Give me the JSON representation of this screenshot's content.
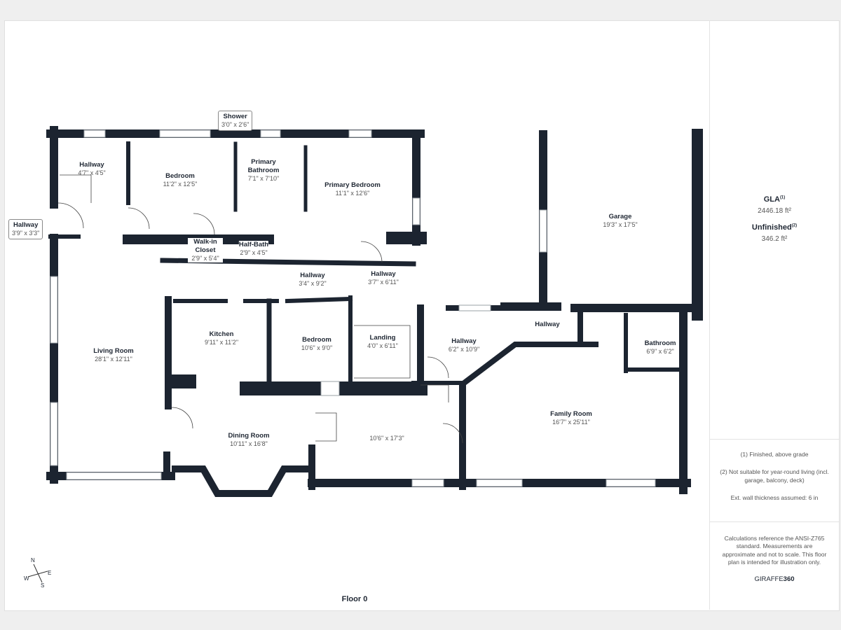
{
  "floor_label": "Floor 0",
  "rooms": {
    "hallway_top": {
      "name": "Hallway",
      "dims": "4'7\" x 4'5\""
    },
    "hallway_entry": {
      "name": "Hallway",
      "dims": "3'9\" x 3'3\""
    },
    "bedroom1": {
      "name": "Bedroom",
      "dims": "11'2\" x 12'5\""
    },
    "shower": {
      "name": "Shower",
      "dims": "3'0\" x 2'6\""
    },
    "primary_bath": {
      "name": "Primary Bathroom",
      "dims": "7'1\" x 7'10\""
    },
    "primary_bed": {
      "name": "Primary Bedroom",
      "dims": "11'1\" x 12'6\""
    },
    "walkin": {
      "name": "Walk-in Closet",
      "dims": "2'9\" x 5'4\""
    },
    "halfbath": {
      "name": "Half-Bath",
      "dims": "2'9\" x 4'5\""
    },
    "hallway_mid": {
      "name": "Hallway",
      "dims": "3'4\" x 9'2\""
    },
    "hallway_right": {
      "name": "Hallway",
      "dims": "3'7\" x 6'11\""
    },
    "living": {
      "name": "Living Room",
      "dims": "28'1\" x 12'11\""
    },
    "kitchen": {
      "name": "Kitchen",
      "dims": "9'11\" x 11'2\""
    },
    "bedroom2": {
      "name": "Bedroom",
      "dims": "10'6\" x 9'0\""
    },
    "landing": {
      "name": "Landing",
      "dims": "4'0\" x 6'11\""
    },
    "hallway_east": {
      "name": "Hallway",
      "dims": "6'2\" x 10'9\""
    },
    "hallway_garage": {
      "name": "Hallway"
    },
    "garage": {
      "name": "Garage",
      "dims": "19'3\" x 17'5\""
    },
    "bathroom": {
      "name": "Bathroom",
      "dims": "6'9\" x 6'2\""
    },
    "dining": {
      "name": "Dining Room",
      "dims": "10'11\" x 16'8\""
    },
    "unnamed": {
      "dims": "10'6\" x 17'3\""
    },
    "family": {
      "name": "Family Room",
      "dims": "16'7\" x 25'11\""
    }
  },
  "compass": {
    "n": "N",
    "e": "E",
    "s": "S",
    "w": "W"
  },
  "summary": {
    "gla_label": "GLA",
    "gla_sup": "(1)",
    "gla_value": "2446.18 ft²",
    "unf_label": "Unfinished",
    "unf_sup": "(2)",
    "unf_value": "346.2 ft²"
  },
  "notes": [
    "(1) Finished, above grade",
    "(2) Not suitable for year-round living (incl. garage, balcony, deck)",
    "Ext. wall thickness assumed: 6 in"
  ],
  "disclaimer": "Calculations reference the ANSI-Z765 standard. Measurements are approximate and not to scale. This floor plan is intended for illustration only.",
  "brand": {
    "prefix": "GIRAFFE",
    "suffix": "360"
  },
  "colors": {
    "wall": "#1c2430",
    "window": "#ffffff"
  }
}
